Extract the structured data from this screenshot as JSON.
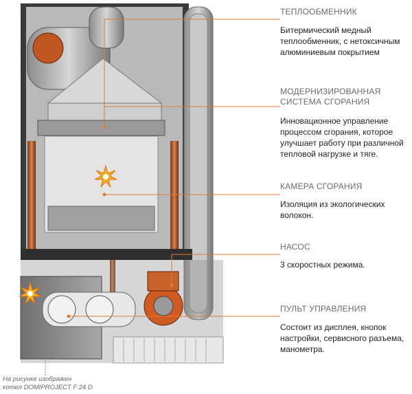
{
  "colors": {
    "accent": "#e07a38",
    "title_text": "#6b6b6b",
    "body_text": "#222222"
  },
  "callouts": [
    {
      "title": "ТЕПЛООБМЕННИК",
      "lines": [
        "Битермический медный",
        "теплообменник, с нетоксичным",
        "алюминиевым покрытием"
      ]
    },
    {
      "title": "МОДЕРНИЗИРОВАННАЯ СИСТЕМА СГОРАНИЯ",
      "lines": [
        "Инновационное управление",
        "процессом сгорания, которое",
        "улучшает работу при различной",
        "тепловой нагрузке и тяге."
      ]
    },
    {
      "title": "КАМЕРА СГОРАНИЯ",
      "lines": [
        "Изоляция из экологических",
        "волокон."
      ]
    },
    {
      "title": "НАСОС",
      "lines": [
        "3 скоростных режима."
      ]
    },
    {
      "title": "ПУЛЬТ УПРАВЛЕНИЯ",
      "lines": [
        "Состоит из дисплея, кнопок",
        "настройки, сервисного разъема,",
        "манометра."
      ]
    }
  ],
  "caption": {
    "line1": "На рисунке изображен",
    "line2": "котел DOMIPROJECT F 24 D"
  },
  "icons": [
    "spark-icon",
    "spark-icon"
  ]
}
